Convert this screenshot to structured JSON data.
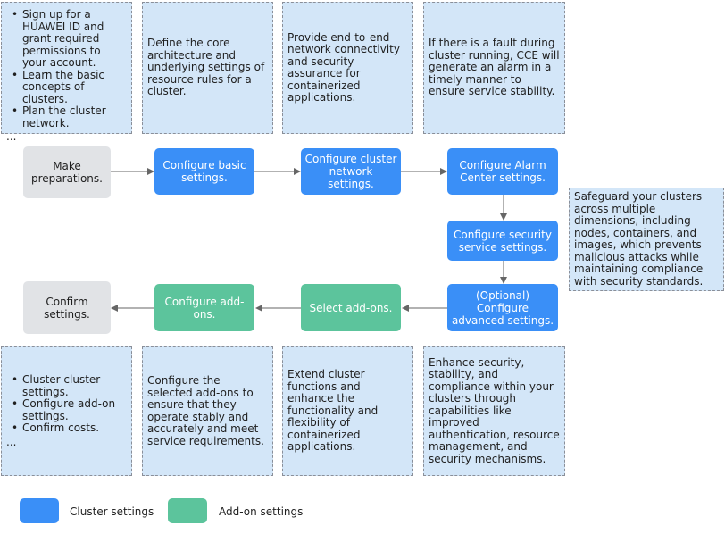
{
  "top_notes": {
    "prep": {
      "items": [
        "Sign up for a HUAWEI ID and grant required permissions to your account.",
        "Learn the basic concepts of clusters.",
        "Plan the cluster network."
      ],
      "more": "..."
    },
    "basic": "Define the core architecture and underlying settings of resource rules for a cluster.",
    "network": "Provide end-to-end network connectivity and security assurance for containerized applications.",
    "alarm": "If there is a fault during cluster running, CCE will generate an alarm in a timely manner to ensure service stability."
  },
  "side_note": {
    "security": "Safeguard your clusters across multiple dimensions, including nodes, containers, and images, which prevents malicious attacks while maintaining compliance with security standards."
  },
  "bottom_notes": {
    "confirm": {
      "items": [
        "Cluster cluster settings.",
        "Configure add-on settings.",
        "Confirm costs."
      ],
      "more": "..."
    },
    "configure_addons": "Configure the selected add-ons to ensure that they operate stably and accurately and meet service requirements.",
    "select_addons": "Extend cluster functions and enhance the functionality and flexibility of containerized applications.",
    "advanced": "Enhance security, stability, and compliance within your clusters through capabilities like improved authentication, resource management, and security mechanisms."
  },
  "steps": {
    "make_preparations": "Make preparations.",
    "configure_basic": "Configure basic settings.",
    "configure_network": "Configure cluster network settings.",
    "configure_alarm": "Configure Alarm Center settings.",
    "configure_security": "Configure security service settings.",
    "configure_advanced": "(Optional) Configure advanced settings.",
    "select_addons": "Select add-ons.",
    "configure_addons": "Configure add-ons.",
    "confirm_settings": "Confirm settings."
  },
  "legend": {
    "cluster_label": "Cluster settings",
    "addon_label": "Add-on settings",
    "cluster_color": "#3a8ff7",
    "addon_color": "#5cc49c"
  },
  "colors": {
    "note_bg": "#d3e6f8",
    "gray_step": "#e1e3e6",
    "arrow": "#666666"
  }
}
